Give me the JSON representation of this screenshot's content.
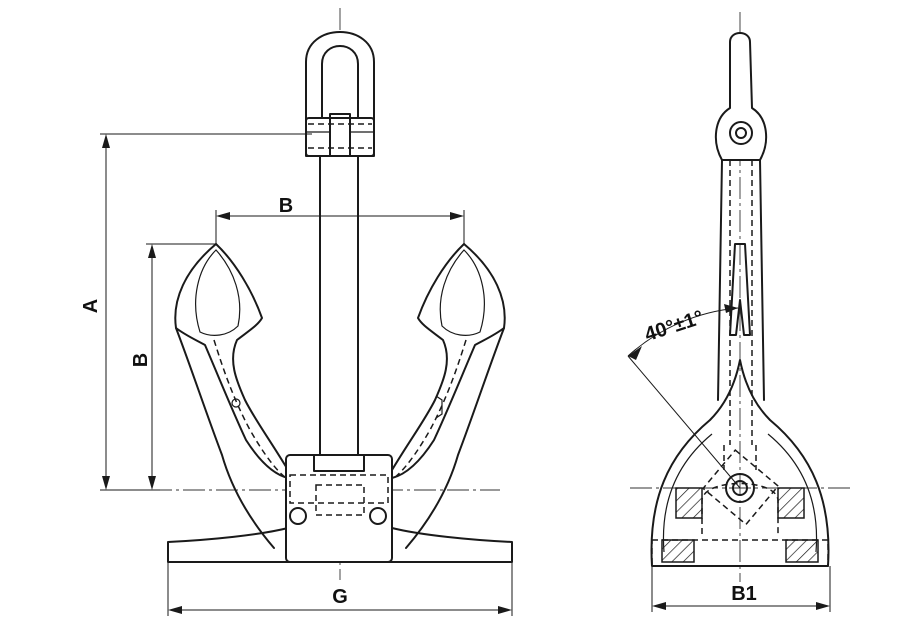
{
  "dimensions": {
    "A": "A",
    "B_horizontal": "B",
    "B_vertical": "B",
    "G": "G",
    "B1": "B1",
    "angle": "40°±1°"
  }
}
